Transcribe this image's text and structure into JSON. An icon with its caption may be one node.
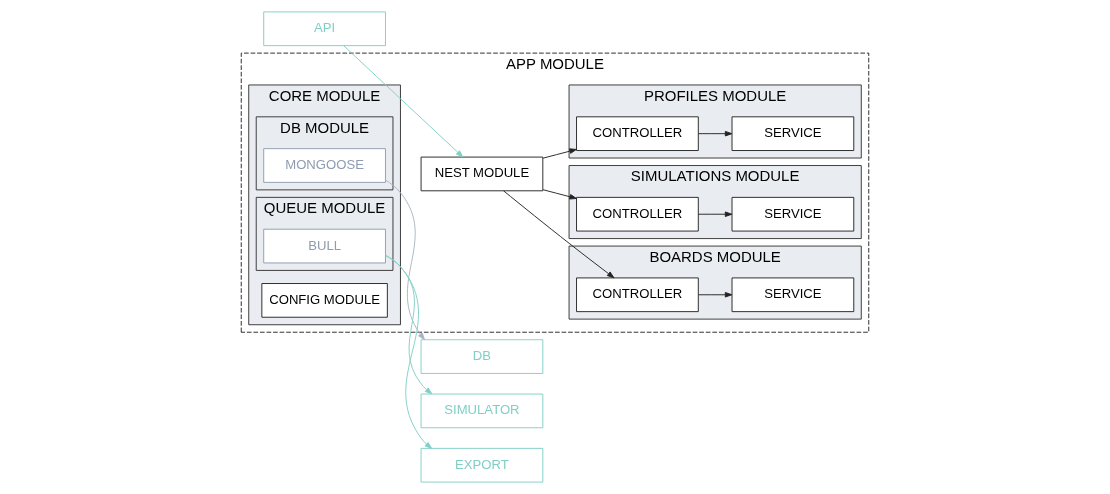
{
  "diagram": {
    "nodes": [
      {
        "text": [
          "API"
        ]
      },
      {
        "text": [
          "APP MODULE"
        ]
      },
      {
        "text": [
          "NEST MODULE"
        ],
        "in": 1
      },
      {
        "text": [
          "BOARDS MODULE"
        ],
        "in": 1
      },
      {
        "text": [
          "CONTROLLER"
        ],
        "in": 3
      },
      {
        "text": [
          "SERVICE"
        ],
        "in": 3
      },
      {
        "text": [
          "SIMULATIONS MODULE"
        ],
        "in": 1
      },
      {
        "text": [
          "CONTROLLER"
        ],
        "in": 6
      },
      {
        "text": [
          "SERVICE"
        ],
        "in": 6
      },
      {
        "text": [
          "PROFILES MODULE"
        ],
        "in": 1
      },
      {
        "text": [
          "CONTROLLER"
        ],
        "in": 9
      },
      {
        "text": [
          "SERVICE"
        ],
        "in": 9
      },
      {
        "text": [
          "CORE MODULE"
        ],
        "in": 1
      },
      {
        "text": [
          "CONFIG MODULE"
        ],
        "in": 12
      },
      {
        "text": [
          "DB MODULE"
        ],
        "in": 12
      },
      {
        "text": [
          "MONGOOSE"
        ],
        "in": 14
      },
      {
        "text": [
          "QUEUE MODULE"
        ],
        "in": 12
      },
      {
        "text": [
          "BULL"
        ],
        "in": 16
      },
      {
        "text": [
          "DB"
        ]
      },
      {
        "text": [
          "SIMULATOR"
        ]
      },
      {
        "text": [
          "EXPORT"
        ]
      }
    ],
    "edges": [
      {
        "from": 0,
        "to": 2,
        "arrow": "to",
        "color": "#7fcfc6"
      },
      {
        "from": 2,
        "to": 4,
        "arrow": "to"
      },
      {
        "from": 2,
        "to": 7,
        "arrow": "to"
      },
      {
        "from": 2,
        "to": 10,
        "arrow": "to"
      },
      {
        "from": 4,
        "to": 5,
        "arrow": "to"
      },
      {
        "from": 7,
        "to": 8,
        "arrow": "to"
      },
      {
        "from": 10,
        "to": 11,
        "arrow": "to"
      },
      {
        "from": 15,
        "to": 18,
        "arrow": "to",
        "color": "#a9b4c2"
      },
      {
        "from": 17,
        "to": 19,
        "arrow": "to",
        "color": "#7fcfc6"
      },
      {
        "from": 17,
        "to": 20,
        "arrow": "to",
        "color": "#7fcfc6"
      }
    ]
  }
}
